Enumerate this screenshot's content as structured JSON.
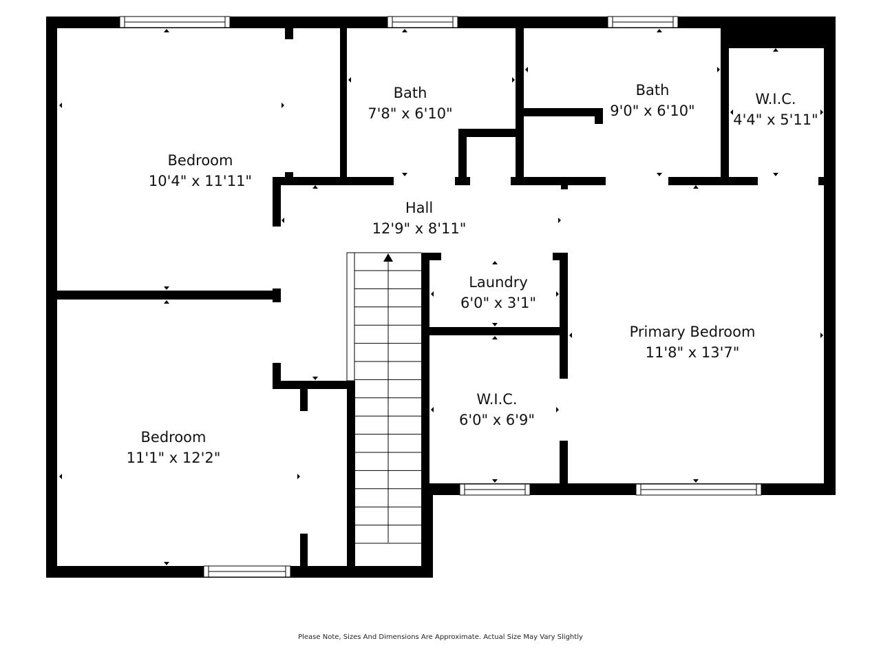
{
  "floorplan": {
    "rooms": [
      {
        "name": "Bedroom",
        "dims": "10'4\" x 11'11\""
      },
      {
        "name": "Bath",
        "dims": "7'8\" x 6'10\""
      },
      {
        "name": "Bath",
        "dims": "9'0\" x 6'10\""
      },
      {
        "name": "W.I.C.",
        "dims": "4'4\" x 5'11\""
      },
      {
        "name": "Hall",
        "dims": "12'9\" x 8'11\""
      },
      {
        "name": "Laundry",
        "dims": "6'0\" x 3'1\""
      },
      {
        "name": "Primary Bedroom",
        "dims": "11'8\" x 13'7\""
      },
      {
        "name": "W.I.C.",
        "dims": "6'0\" x 6'9\""
      },
      {
        "name": "Bedroom",
        "dims": "11'1\" x 12'2\""
      }
    ],
    "colors": {
      "wall": "#000000",
      "background": "#ffffff",
      "text": "#111111"
    }
  },
  "footer": {
    "note": "Please Note, Sizes And Dimensions Are Approximate. Actual Size May Vary Slightly"
  }
}
